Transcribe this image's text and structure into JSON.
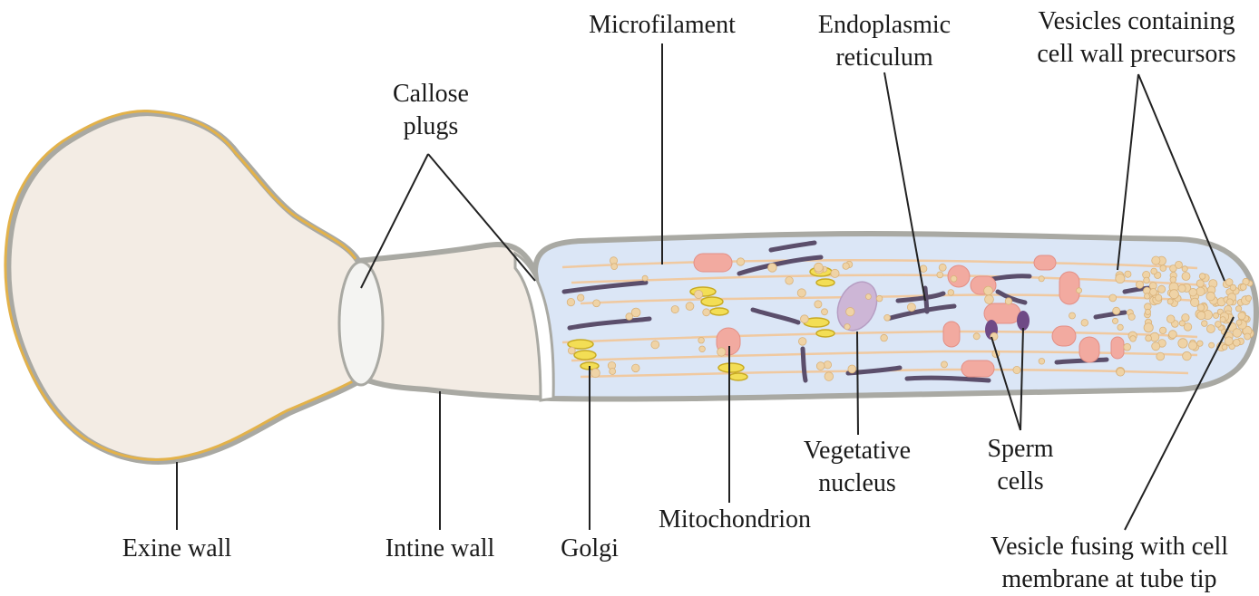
{
  "labels": {
    "microfilament": "Microfilament",
    "er_line1": "Endoplasmic",
    "er_line2": "reticulum",
    "vesicles_line1": "Vesicles containing",
    "vesicles_line2": "cell wall precursors",
    "callose_line1": "Callose",
    "callose_line2": "plugs",
    "vegetative_line1": "Vegetative",
    "vegetative_line2": "nucleus",
    "sperm_line1": "Sperm",
    "sperm_line2": "cells",
    "mitochondrion": "Mitochondrion",
    "exine": "Exine wall",
    "intine": "Intine wall",
    "golgi": "Golgi",
    "fusing_line1": "Vesicle fusing with cell",
    "fusing_line2": "membrane at tube tip"
  },
  "colors": {
    "grain_fill": "#f3ece4",
    "exine_outer": "#e3b24a",
    "intine_grey": "#a9a9a3",
    "tube_fill": "#dbe6f6",
    "microfilament": "#f0c9a0",
    "er": "#5b4e6b",
    "mitochondrion": "#f2aaa0",
    "golgi": "#f3de55",
    "vesicle": "#efd3a6",
    "nucleus": "#cdb6d6",
    "sperm": "#6f4a86",
    "leader": "#222222"
  }
}
